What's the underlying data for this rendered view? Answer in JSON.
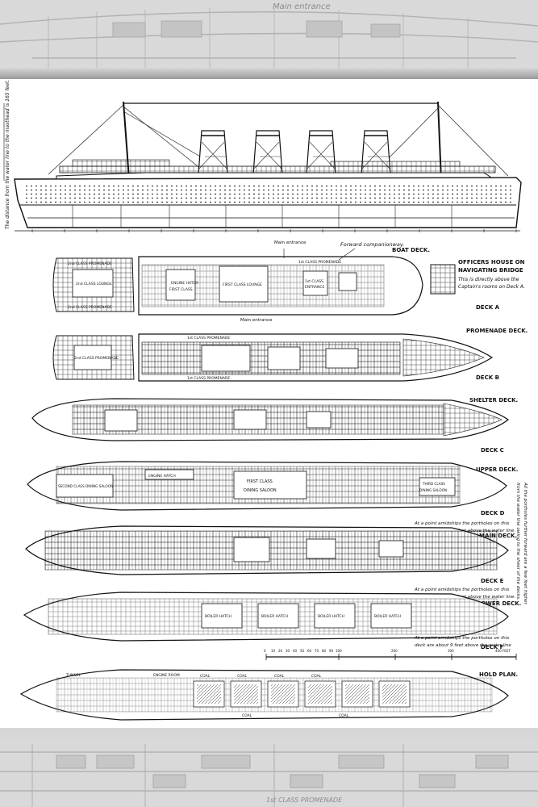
{
  "frame": {
    "top_band_text": "Main entrance",
    "bottom_band_text": "1st CLASS PROMENADE"
  },
  "profile": {
    "side_note": "The distance from the water line to the masthead is 165 feet."
  },
  "decks": [
    {
      "name": "BOAT DECK.",
      "letter": "",
      "labels": [
        "Main entrance",
        "Forward companionway.",
        "Main entrance",
        "1st CLASS PROMENADE",
        "2nd CLASS PROMENADE",
        "2nd CLASS LOUNGE",
        "FIRST CLASS LOUNGE",
        "FIRST CLASS",
        "ENGINE HATCH",
        "1st CLASS",
        "ENTRANCE"
      ]
    },
    {
      "name": "PROMENADE DECK.",
      "letter": "DECK B",
      "labels": [
        "1st CLASS PROMENADE",
        "2nd CLASS PROMENADE",
        "1st CLASS PROMENADE"
      ]
    },
    {
      "name": "SHELTER DECK.",
      "letter": "DECK C",
      "labels": []
    },
    {
      "name": "UPPER DECK.",
      "letter": "DECK D",
      "labels": [
        "ENGINE HATCH",
        "SECOND CLASS DINING SALOON",
        "FIRST CLASS",
        "DINING SALOON",
        "THIRD CLASS",
        "DINING SALOON"
      ]
    },
    {
      "name": "MAIN DECK.",
      "letter": "DECK E",
      "labels": []
    },
    {
      "name": "LOWER DECK.",
      "letter": "DECK F",
      "labels": [
        "BOILER HATCH",
        "BOILER HATCH",
        "BOILER HATCH",
        "BOILER HATCH"
      ]
    },
    {
      "name": "HOLD PLAN.",
      "letter": "",
      "labels": [
        "TUNNEL",
        "ENGINE ROOM",
        "COAL",
        "COAL",
        "COAL",
        "COAL",
        "COAL",
        "COAL"
      ]
    }
  ],
  "officers_house": {
    "title_line1": "OFFICERS HOUSE ON",
    "title_line2": "NAVIGATING BRIDGE",
    "note_line1": "This is directly above the",
    "note_line2": "Captain's rooms on Deck A.",
    "deck_letter": "DECK A"
  },
  "notes": {
    "deck_d_line1": "At a point amidships the portholes on this",
    "deck_d_line2": "deck are about 26 feet above the water line.",
    "deck_e_line1": "At a point amidships the portholes on this",
    "deck_e_line2": "deck are about 18 feet above the water line.",
    "deck_f_line1": "At a point amidships the portholes on this",
    "deck_f_line2": "deck are about 9 feet above the water line",
    "vertical_line1": "All the portholes further forward are a few feet higher",
    "vertical_line2": "from the water line owing to the sheer of the decks."
  },
  "scale": {
    "ticks": [
      "0",
      "10",
      "20",
      "30",
      "40",
      "50",
      "60",
      "70",
      "80",
      "90",
      "100",
      "200",
      "300",
      "400 FEET"
    ]
  }
}
